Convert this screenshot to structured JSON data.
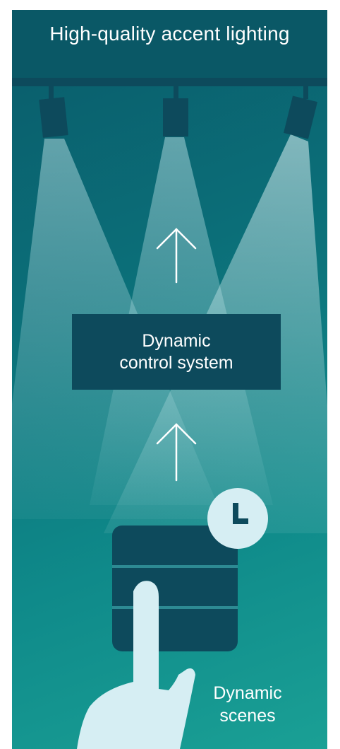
{
  "title": "High-quality accent lighting",
  "control_system": {
    "line1": "Dynamic",
    "line2": "control system"
  },
  "scenes": {
    "line1": "Dynamic",
    "line2": "scenes"
  },
  "icons": [
    "spotlight-icon",
    "up-arrow-icon",
    "clock-icon",
    "control-panel-icon",
    "hand-pointer-icon"
  ],
  "colors": {
    "background": "#0b6e78",
    "title_bar": "#0a5866",
    "box": "#0d4a5c",
    "light_beam": "#bfe6ea",
    "icon_light": "#d6eef3"
  }
}
